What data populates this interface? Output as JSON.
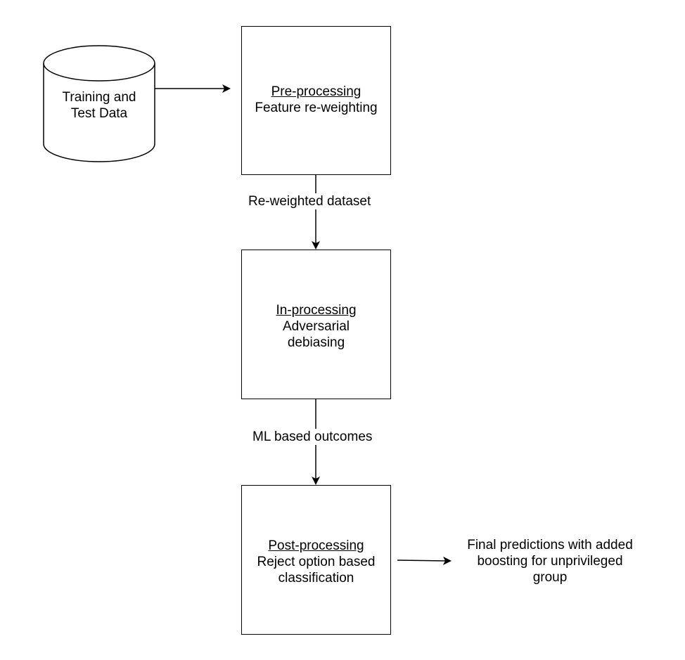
{
  "nodes": {
    "data_store": {
      "lines": [
        "Training and",
        "Test Data"
      ]
    },
    "pre": {
      "title": "Pre-processing",
      "lines": [
        "Feature re-weighting"
      ]
    },
    "in": {
      "title": "In-processing",
      "lines": [
        "Adversarial",
        "debiasing"
      ]
    },
    "post": {
      "title": "Post-processing",
      "lines": [
        "Reject option based",
        "classification"
      ]
    }
  },
  "edges": {
    "pre_to_in": "Re-weighted dataset",
    "in_to_post": "ML based outcomes"
  },
  "output": {
    "lines": [
      "Final predictions with added",
      "boosting for unprivileged",
      "group"
    ]
  }
}
